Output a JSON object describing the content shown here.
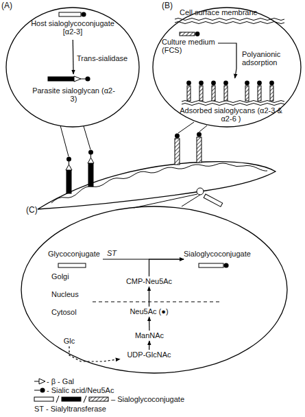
{
  "diagram": {
    "nodes": [
      {
        "text": [
          "(A)"
        ]
      },
      {
        "text": [
          "Host sialoglycoconjugate [α2-3]"
        ],
        "in": 0
      },
      {
        "text": [
          "Parasite sialoglycan (α2-3)"
        ],
        "in": 0
      },
      {
        "text": [
          "(B)"
        ]
      },
      {
        "text": [
          "Cell surface membrane"
        ],
        "in": 3
      },
      {
        "text": [
          "Culture medium (FCS)"
        ],
        "in": 3
      },
      {
        "text": [
          "Adsorbed sialoglycans (α2-3 & α2-6 )"
        ],
        "in": 3
      },
      {
        "text": [
          "(C)"
        ]
      },
      {
        "text": [
          "Glycoconjugate"
        ],
        "in": 7
      },
      {
        "text": [
          "Sialoglycoconjugate"
        ],
        "in": 7
      },
      {
        "text": [
          "CMP-Neu5Ac"
        ],
        "in": 7
      },
      {
        "text": [
          "Neu5Ac (●)"
        ],
        "in": 7
      },
      {
        "text": [
          "ManNAc"
        ],
        "in": 7
      },
      {
        "text": [
          "UDP-GlcNAc"
        ],
        "in": 7
      },
      {
        "text": [
          "Glc"
        ],
        "in": 7
      }
    ],
    "edges": [
      {
        "from": 1,
        "to": 2,
        "arrow": "to",
        "label": "Trans-sialidase"
      },
      {
        "from": 5,
        "to": 6,
        "arrow": "to",
        "label": "Polyanionic adsorption"
      },
      {
        "from": 8,
        "to": 9,
        "arrow": "to",
        "label": "ST"
      },
      {
        "from": 10,
        "to": 9,
        "arrow": "to"
      },
      {
        "from": 11,
        "to": 10,
        "arrow": "to"
      },
      {
        "from": 12,
        "to": 11,
        "arrow": "to"
      },
      {
        "from": 13,
        "to": 12,
        "arrow": "to"
      },
      {
        "from": 14,
        "to": 13,
        "arrow": "to"
      }
    ],
    "labels": [
      "Golgi",
      "Nucleus",
      "Cytosol"
    ],
    "legend": [
      {
        "text": "- β - Gal"
      },
      {
        "text": "- Sialic acid/Neu5Ac"
      },
      {
        "text": "– Sialoglycoconjugate"
      },
      {
        "text": "ST - Sialyltransferase"
      }
    ]
  }
}
